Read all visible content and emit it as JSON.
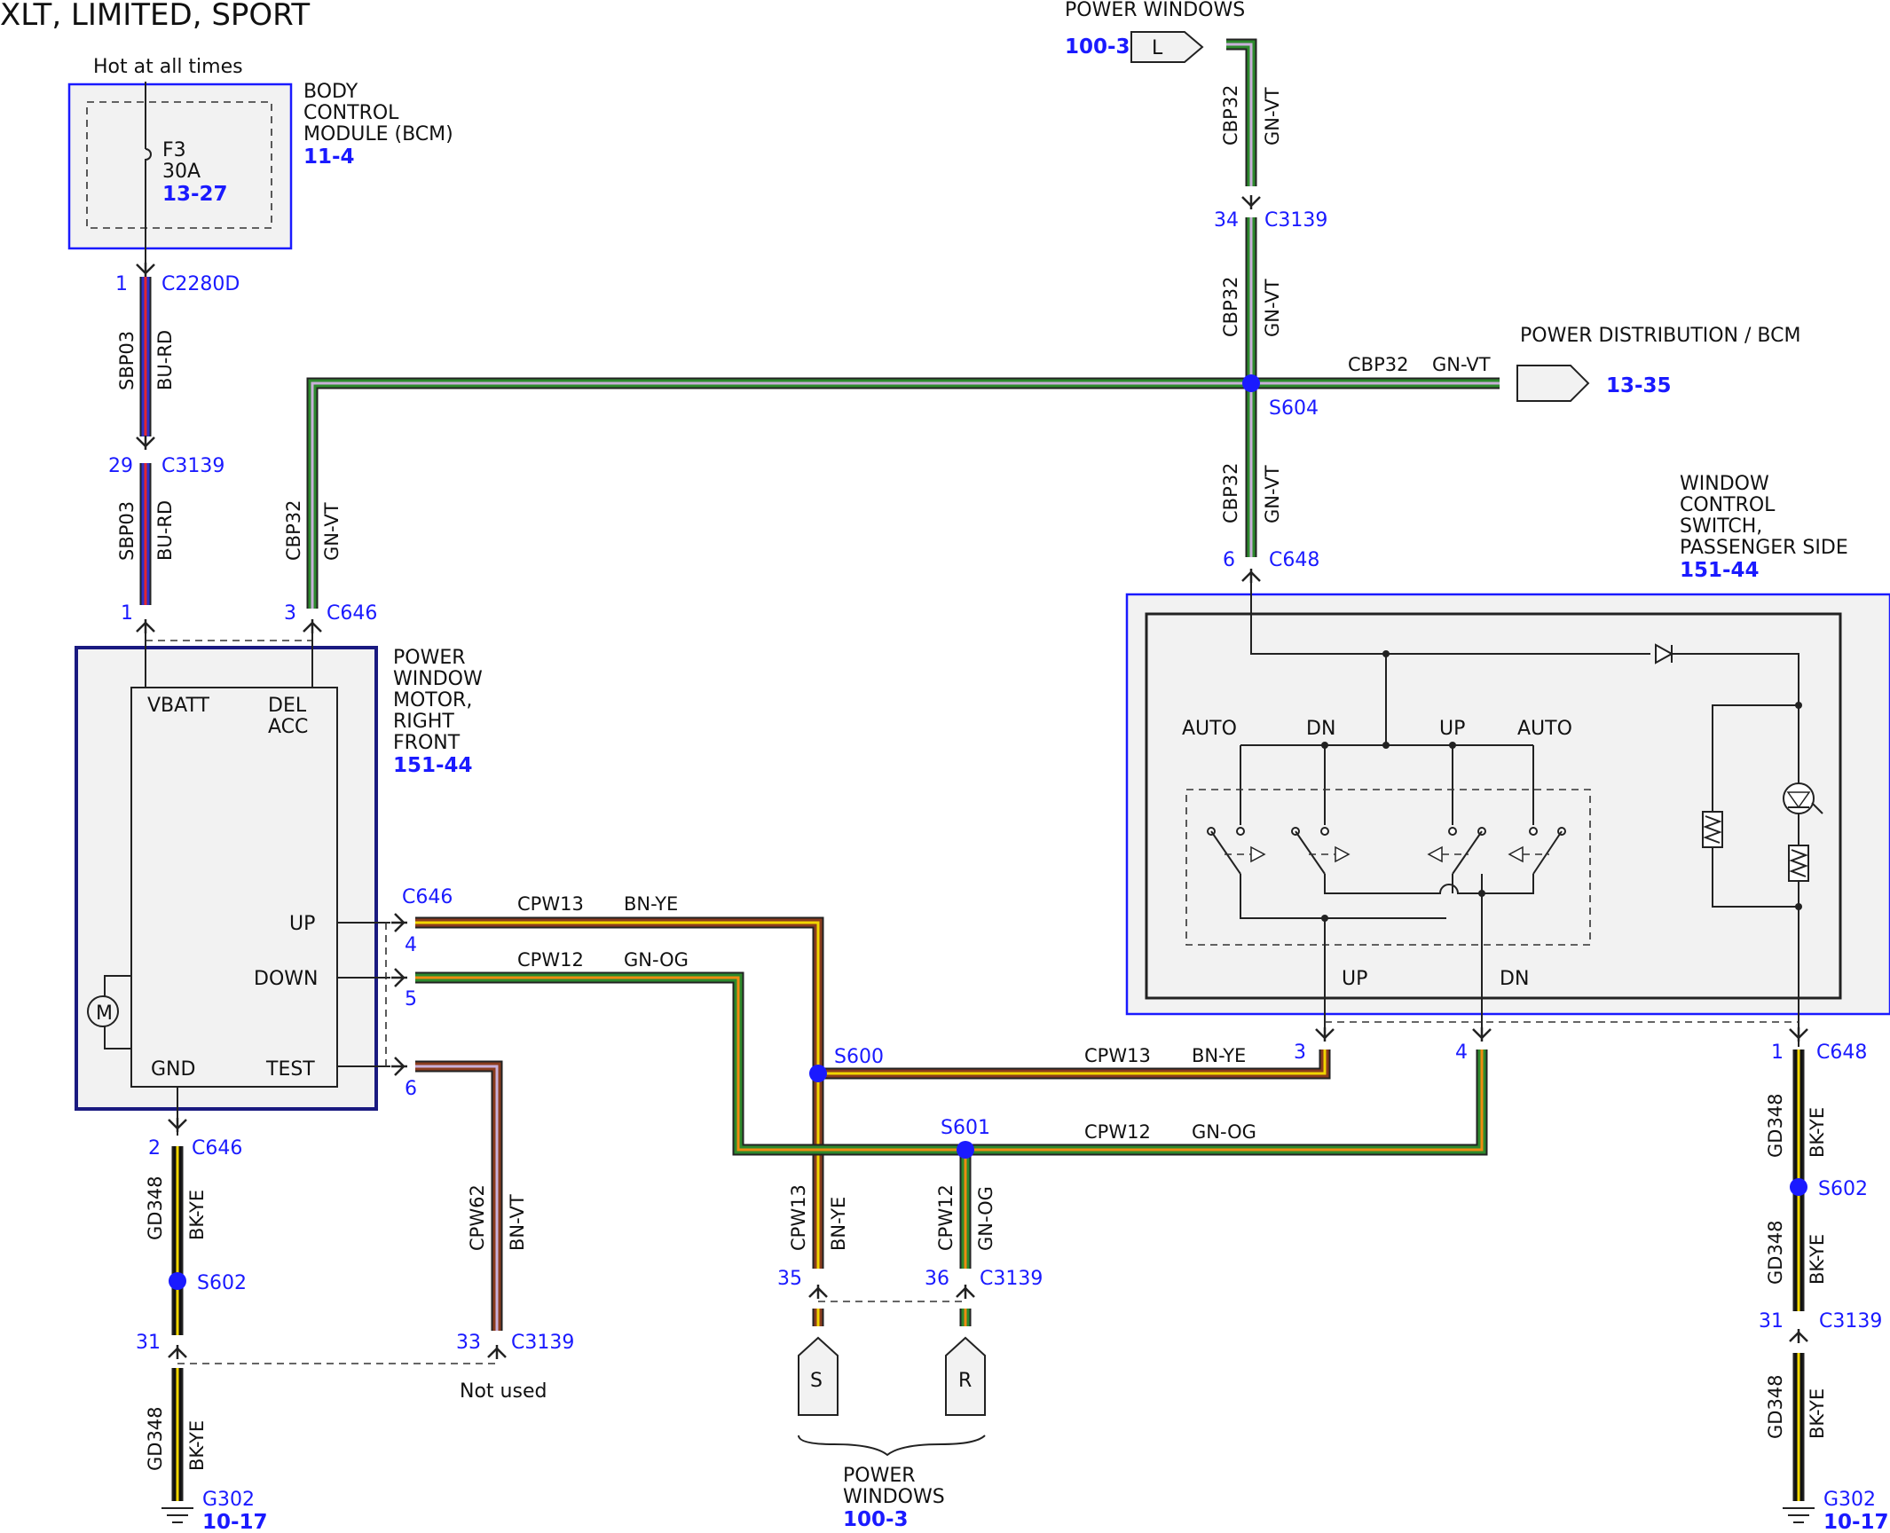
{
  "title": "XLT, LIMITED, SPORT",
  "colors": {
    "accent_blue": "#1a1aff",
    "GN": "#2d8a2d",
    "VT": "#c9b0d9",
    "BU": "#3030c8",
    "RD": "#e3262d",
    "BN": "#8b3c1e",
    "YE": "#f2d600",
    "OG": "#f08a10",
    "BK": "#111111",
    "PK": "#f24a8c"
  },
  "bcm": {
    "hot_label": "Hot at all times",
    "name_lines": [
      "BODY",
      "CONTROL",
      "MODULE (BCM)"
    ],
    "ref": "11-4",
    "fuse_name": "F3",
    "fuse_rating": "30A",
    "fuse_ref": "13-27"
  },
  "top_source": {
    "label": "POWER WINDOWS",
    "ref": "100-3",
    "connector_letter": "L"
  },
  "power_dist": {
    "label": "POWER DISTRIBUTION / BCM",
    "ref": "13-35"
  },
  "motor": {
    "name_lines": [
      "POWER",
      "WINDOW",
      "MOTOR,",
      "RIGHT",
      "FRONT"
    ],
    "ref": "151-44",
    "pins": {
      "vbatt": "VBATT",
      "del": "DEL",
      "acc": "ACC",
      "up": "UP",
      "down": "DOWN",
      "gnd": "GND",
      "test": "TEST"
    }
  },
  "switch": {
    "name_lines": [
      "WINDOW",
      "CONTROL",
      "SWITCH,",
      "PASSENGER SIDE"
    ],
    "ref": "151-44",
    "labels": {
      "auto_left": "AUTO",
      "dn_top": "DN",
      "up_top": "UP",
      "auto_right": "AUTO",
      "up_bottom": "UP",
      "dn_bottom": "DN"
    }
  },
  "bottom_source": {
    "label_lines": [
      "POWER",
      "WINDOWS"
    ],
    "ref": "100-3",
    "connector_s": "S",
    "connector_r": "R"
  },
  "ground": {
    "id": "G302",
    "ref": "10-17"
  },
  "not_used": "Not used",
  "connectors": {
    "c2280d": {
      "name": "C2280D",
      "pin": "1"
    },
    "c3139_sbp03": {
      "name": "C3139",
      "pin": "29"
    },
    "c646_vbatt": {
      "pin": "1"
    },
    "c646_del": {
      "name": "C646",
      "pin": "3"
    },
    "c3139_top": {
      "name": "C3139",
      "pin": "34"
    },
    "c648_top": {
      "name": "C648",
      "pin": "6"
    },
    "c646_up": {
      "name": "C646",
      "pin": "4"
    },
    "c646_down": {
      "pin": "5"
    },
    "c646_test": {
      "pin": "6"
    },
    "c646_gnd": {
      "name": "C646",
      "pin": "2"
    },
    "c3139_gnd_left": {
      "name": "C3139",
      "pin": "31"
    },
    "c3139_cpw62": {
      "name": "C3139",
      "pin": "33"
    },
    "c3139_cpw13": {
      "pin": "35"
    },
    "c3139_cpw12": {
      "name": "C3139",
      "pin": "36"
    },
    "sw_up": {
      "pin": "3"
    },
    "sw_dn": {
      "pin": "4"
    },
    "c648_gnd": {
      "name": "C648",
      "pin": "1"
    },
    "c3139_gnd_right": {
      "name": "C3139",
      "pin": "31"
    }
  },
  "splices": {
    "s604": "S604",
    "s600": "S600",
    "s601": "S601",
    "s602_left": "S602",
    "s602_right": "S602"
  },
  "wires": {
    "sbp03": {
      "circuit": "SBP03",
      "color": "BU-RD"
    },
    "cbp32": {
      "circuit": "CBP32",
      "color": "GN-VT"
    },
    "cpw13": {
      "circuit": "CPW13",
      "color": "BN-YE"
    },
    "cpw12": {
      "circuit": "CPW12",
      "color": "GN-OG"
    },
    "cpw62": {
      "circuit": "CPW62",
      "color": "BN-VT"
    },
    "gd348": {
      "circuit": "GD348",
      "color": "BK-YE"
    }
  }
}
